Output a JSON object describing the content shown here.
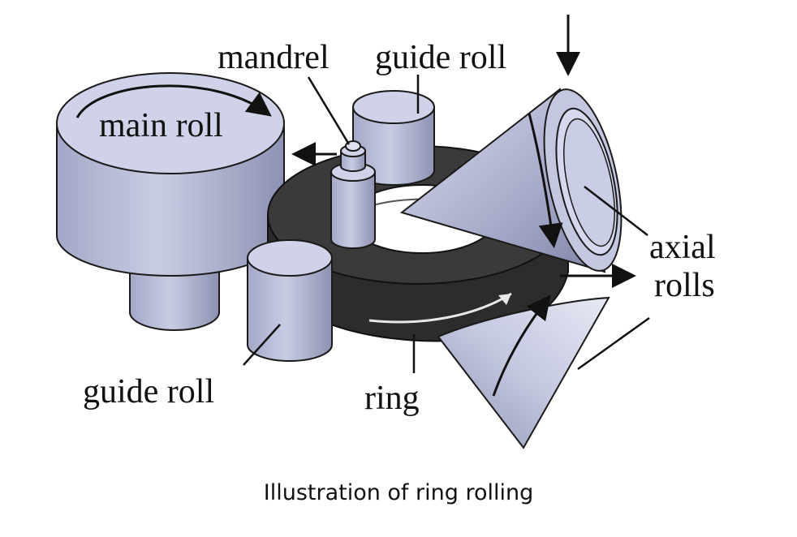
{
  "labels": {
    "main_roll": "main roll",
    "mandrel": "mandrel",
    "guide_roll_top": "guide roll",
    "guide_roll_bottom": "guide roll",
    "ring": "ring",
    "axial_rolls_line1": "axial",
    "axial_rolls_line2": "rolls"
  },
  "caption": "Illustration of ring rolling",
  "colors": {
    "metal_face": "#c9cde4",
    "metal_side": "#9fa4c4",
    "metal_dark": "#7f84a6",
    "ring_dark": "#3a3a3a",
    "ring_darker": "#2a2a2a",
    "outline": "#1a1a1a"
  }
}
